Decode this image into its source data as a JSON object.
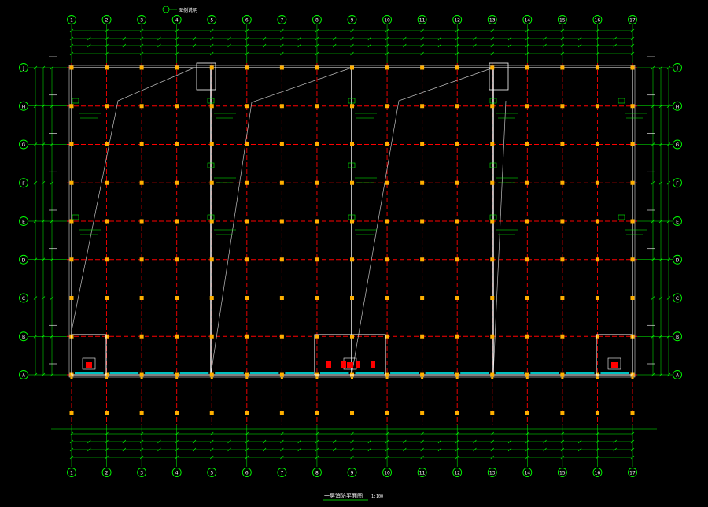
{
  "drawing": {
    "title": "一层消防平面图",
    "scale": "1:100",
    "legend_title": "图例说明"
  },
  "grid": {
    "columns": [
      "1",
      "2",
      "3",
      "4",
      "5",
      "6",
      "7",
      "8",
      "9",
      "10",
      "11",
      "12",
      "13",
      "14",
      "15",
      "16",
      "17"
    ],
    "rows": [
      "J",
      "H",
      "G",
      "F",
      "E",
      "D",
      "C",
      "B",
      "A"
    ]
  },
  "colors": {
    "background": "#000000",
    "axis_line": "#00ff00",
    "grid_line": "#ff0000",
    "column": "#ffb000",
    "wall": "#ffffff",
    "glazing": "#00ffff",
    "pipe": "#c0c0c0",
    "dimension": "#00ff00",
    "tag": "#00ff00",
    "hydrant": "#ff0000"
  },
  "icons": {
    "axis_bubble": "axis-bubble-icon",
    "column": "column-icon",
    "hydrant": "fire-hydrant-icon",
    "door": "door-icon"
  }
}
